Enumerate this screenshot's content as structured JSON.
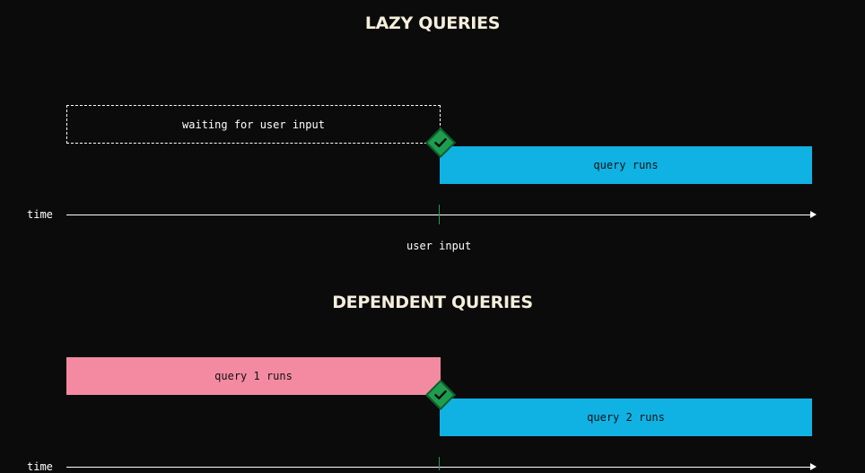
{
  "colors": {
    "background": "#0b0b0b",
    "heading": "#f5eedc",
    "query_blue": "#10b2e4",
    "query_pink": "#f48aa2",
    "check_green": "#1f9d4f",
    "check_border": "#0d5f2c",
    "axis": "#ffffff",
    "tick": "#1f9d4f",
    "text_on_box": "#111111"
  },
  "lazy": {
    "title": "LAZY QUERIES",
    "waiting_label": "waiting for user input",
    "query_label": "query runs",
    "axis_label": "time",
    "event_label": "user input",
    "check_icon": "checkmark-icon"
  },
  "dependent": {
    "title": "DEPENDENT QUERIES",
    "query1_label": "query 1 runs",
    "query2_label": "query 2 runs",
    "axis_label": "time",
    "check_icon": "checkmark-icon"
  }
}
